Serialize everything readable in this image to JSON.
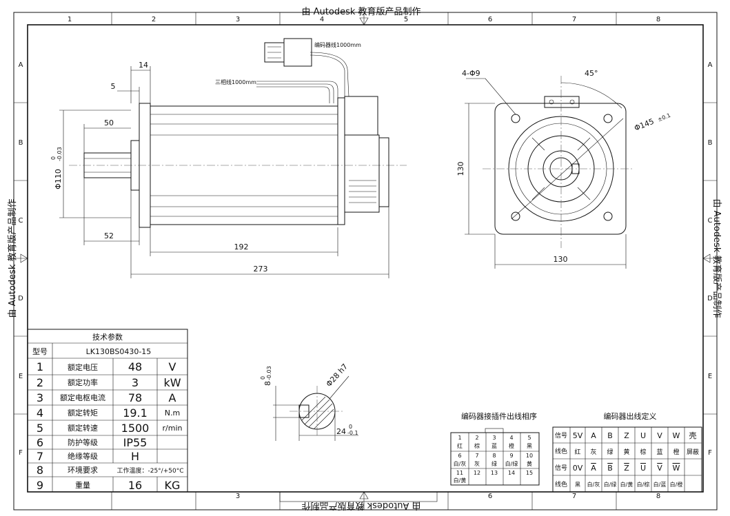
{
  "watermark": {
    "top": "由 Autodesk 教育版产品制作",
    "bottom": "由 Autodesk 教育版产品制作",
    "left": "由 Autodesk 教育版产品制作",
    "right": "由 Autodesk 教育版产品制作"
  },
  "zones": {
    "columns": [
      "1",
      "2",
      "3",
      "4",
      "5",
      "6",
      "7",
      "8"
    ],
    "rows": [
      "A",
      "B",
      "C",
      "D",
      "E",
      "F"
    ]
  },
  "side_view": {
    "cable_encoder": "编码器线1000mm",
    "cable_three_phase": "三相线1000mm",
    "dim_14": "14",
    "dim_5": "5",
    "dim_50": "50",
    "dim_shaft_dia_main": "Φ110",
    "dim_shaft_dia_tol_upper": "0",
    "dim_shaft_dia_tol_lower": "-0.03",
    "dim_52": "52",
    "dim_192": "192",
    "dim_273": "273"
  },
  "front_view": {
    "holes": "4-Φ9",
    "angle": "45°",
    "pcd_main": "Φ145",
    "pcd_tol": "±0.1",
    "height": "130",
    "width": "130"
  },
  "shaft_section": {
    "key_main": "8",
    "key_tol_upper": "0",
    "key_tol_lower": "-0.03",
    "dia": "Φ28 h7",
    "depth_main": "24",
    "depth_tol_upper": "0",
    "depth_tol_lower": "-0.1"
  },
  "spec_table": {
    "title": "技术参数",
    "model_label": "型号",
    "model_value": "LK130BS0430-15",
    "rows": [
      {
        "no": "1",
        "name": "额定电压",
        "value": "48",
        "unit": "V"
      },
      {
        "no": "2",
        "name": "额定功率",
        "value": "3",
        "unit": "kW"
      },
      {
        "no": "3",
        "name": "额定电枢电流",
        "value": "78",
        "unit": "A"
      },
      {
        "no": "4",
        "name": "额定转矩",
        "value": "19.1",
        "unit": "N.m"
      },
      {
        "no": "5",
        "name": "额定转速",
        "value": "1500",
        "unit": "r/min"
      },
      {
        "no": "6",
        "name": "防护等级",
        "value": "IP55",
        "unit": ""
      },
      {
        "no": "7",
        "name": "绝缘等级",
        "value": "H",
        "unit": ""
      },
      {
        "no": "8",
        "name": "环境要求",
        "value": "工作温度：-25°/+50°C",
        "unit": ""
      },
      {
        "no": "9",
        "name": "重量",
        "value": "16",
        "unit": "KG"
      }
    ]
  },
  "connector_table": {
    "title": "编码器接插件出线相序",
    "top": [
      {
        "n": "1",
        "c": "红"
      },
      {
        "n": "2",
        "c": "棕"
      },
      {
        "n": "3",
        "c": "蓝"
      },
      {
        "n": "4",
        "c": "橙"
      },
      {
        "n": "5",
        "c": "黑"
      }
    ],
    "bottom": [
      {
        "n": "6",
        "c": "白/灰"
      },
      {
        "n": "7",
        "c": "灰"
      },
      {
        "n": "8",
        "c": "绿"
      },
      {
        "n": "9",
        "c": "白/绿"
      },
      {
        "n": "10",
        "c": "黄"
      }
    ],
    "bottom_extra": [
      {
        "n": "11",
        "c": "白/黄"
      },
      {
        "n": "12",
        "c": ""
      },
      {
        "n": "13",
        "c": ""
      },
      {
        "n": "14",
        "c": ""
      },
      {
        "n": "15",
        "c": ""
      }
    ]
  },
  "signal_table": {
    "title": "编码器出线定义",
    "signal_label": "信号",
    "color_label": "线色",
    "row1_signals": [
      "5V",
      "A",
      "B",
      "Z",
      "U",
      "V",
      "W",
      "壳"
    ],
    "row1_colors": [
      "红",
      "灰",
      "绿",
      "黄",
      "棕",
      "蓝",
      "橙",
      "屏蔽"
    ],
    "row2_signals": [
      "0V",
      "A",
      "B",
      "Z",
      "U",
      "V",
      "W",
      ""
    ],
    "row2_colors": [
      "黑",
      "白/灰",
      "白/绿",
      "白/黄",
      "白/棕",
      "白/蓝",
      "白/橙",
      ""
    ]
  }
}
